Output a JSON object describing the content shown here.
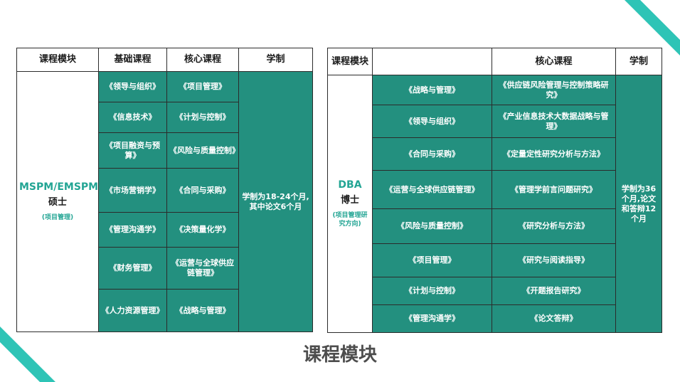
{
  "title": "课程模块",
  "left_table": {
    "headers": [
      "课程模块",
      "基础课程",
      "核心课程",
      "学制"
    ],
    "program": {
      "name": "MSPM/EMSPM",
      "degree": "硕士",
      "note": "(项目管理)"
    },
    "rows": [
      {
        "basic": "《领导与组织》",
        "core": "《项目管理》"
      },
      {
        "basic": "《信息技术》",
        "core": "《计划与控制》"
      },
      {
        "basic": "《项目融资与预算》",
        "core": "《风险与质量控制》"
      },
      {
        "basic": "《市场营销学》",
        "core": "《合同与采购》"
      },
      {
        "basic": "《管理沟通学》",
        "core": "《决策量化学》"
      },
      {
        "basic": "《财务管理》",
        "core": "《运营与全球供应链管理》"
      },
      {
        "basic": "《人力资源管理》",
        "core": "《战略与管理》"
      }
    ],
    "duration": "学制为18-24个月,其中论文6个月"
  },
  "right_table": {
    "headers": [
      "课程模块",
      "",
      "核心课程",
      "学制"
    ],
    "program": {
      "name": "DBA",
      "degree": "博士",
      "note": "(项目管理研究方向)"
    },
    "rows": [
      {
        "course_a": "《战略与管理》",
        "course_b": "《供应链风险管理与控制策略研究》"
      },
      {
        "course_a": "《领导与组织》",
        "course_b": "《产业信息技术大数据战略与管理》"
      },
      {
        "course_a": "《合同与采购》",
        "course_b": "《定量定性研究分析与方法》"
      },
      {
        "course_a": "《运营与全球供应链管理》",
        "course_b": "《管理学前言问题研究》"
      },
      {
        "course_a": "《风险与质量控制》",
        "course_b": "《研究分析与方法》"
      },
      {
        "course_a": "《项目管理》",
        "course_b": "《研究与阅读指导》"
      },
      {
        "course_a": "《计划与控制》",
        "course_b": "《开题报告研究》"
      },
      {
        "course_a": "《管理沟通学》",
        "course_b": "《论文答辩》"
      }
    ],
    "duration": "学制为36个月,论文和答辩12个月"
  },
  "colors": {
    "accent": "#2ec4b6",
    "cell": "#23907f",
    "program_text": "#23a594"
  }
}
